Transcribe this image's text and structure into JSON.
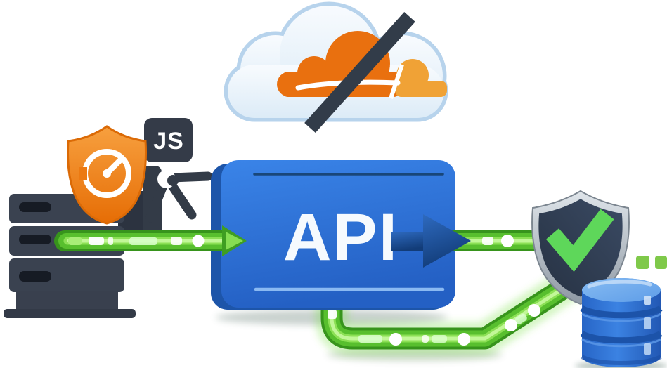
{
  "illustration": {
    "description": "Flow diagram: origin server with performance shield, JS badge and turnstile challenge, green data pipe flowing through an API box (bypassing a crossed-out Cloudflare cloud) to a security shield with checkmark and a database",
    "labels": {
      "api": "API",
      "js": "JS"
    },
    "icons": [
      "cloudflare-cloud-icon",
      "blocked-slash-icon",
      "server-icon",
      "performance-shield-icon",
      "speedometer-icon",
      "js-badge-icon",
      "turnstile-icon",
      "api-box",
      "green-data-pipe",
      "flow-arrow-icon",
      "security-shield-icon",
      "checkmark-icon",
      "database-icon",
      "data-dashes-icon"
    ],
    "colors": {
      "background": "#ffffff",
      "cloud_border": "#b7d3ec",
      "cloud_fill": "#eef5fc",
      "cloudflare_orange": "#e9700f",
      "cloudflare_amber": "#f0a236",
      "slash_slate": "#323c49",
      "server_slate": "#3a4250",
      "server_slot": "#161b24",
      "js_badge_slate": "#343b48",
      "shield_orange": "#ee7d16",
      "api_blue": "#2a72da",
      "api_bevel_blue": "#1d55a9",
      "arrow_navy": "#17498e",
      "pipe_green_dark": "#37941c",
      "pipe_green": "#5cc131",
      "pipe_green_light": "#a5ef70",
      "check_green": "#5ed75a",
      "shield_silver": "#c3cdd6",
      "shield_navy": "#2c3a4e",
      "db_blue": "#2e74d8",
      "db_blue_light": "#6ea9ec",
      "dash_green": "#7fc94a"
    }
  }
}
